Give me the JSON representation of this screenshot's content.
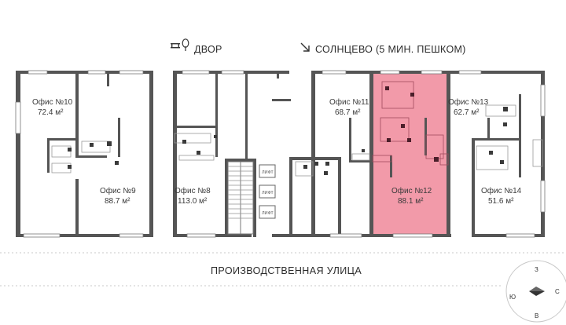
{
  "headings": {
    "courtyard": "ДВОР",
    "solntsevo": "СОЛНЦЕВО (5 МИН. ПЕШКОМ)"
  },
  "street": "ПРОИЗВОДСТВЕННАЯ УЛИЦА",
  "offices": [
    {
      "id": "office-10",
      "name": "Офис №10",
      "area": "72.4 м²",
      "selected": false
    },
    {
      "id": "office-9",
      "name": "Офис №9",
      "area": "88.7 м²",
      "selected": false
    },
    {
      "id": "office-8",
      "name": "Офис №8",
      "area": "113.0 м²",
      "selected": false
    },
    {
      "id": "office-11",
      "name": "Офис №11",
      "area": "68.7 м²",
      "selected": false
    },
    {
      "id": "office-12",
      "name": "Офис №12",
      "area": "88.1 м²",
      "selected": true
    },
    {
      "id": "office-13",
      "name": "Офис №13",
      "area": "62.7 м²",
      "selected": false
    },
    {
      "id": "office-14",
      "name": "Офис №14",
      "area": "51.6 м²",
      "selected": false
    }
  ],
  "lift_label": "ЛИФТ",
  "compass": {
    "north": "З",
    "south": "В",
    "east": "С",
    "west": "Ю"
  },
  "colors": {
    "selected_fill": "#f29aa9",
    "walls": "#555555",
    "background": "#ffffff"
  },
  "icons": {
    "courtyard": "park-bench-tree-icon",
    "direction": "arrow-down-right-icon",
    "compass": "compass-arrow-icon"
  }
}
